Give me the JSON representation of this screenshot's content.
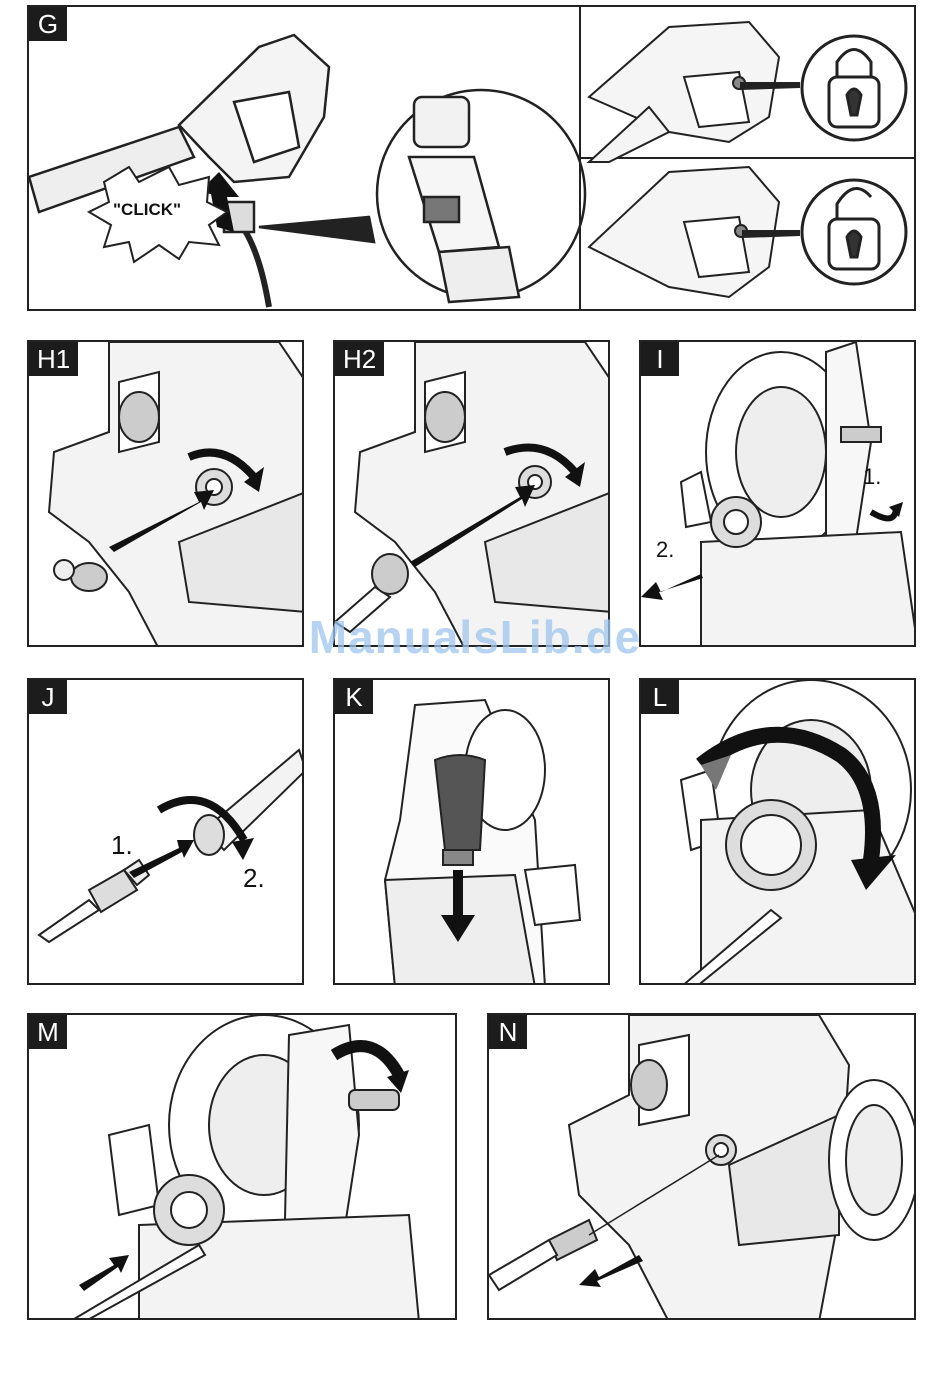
{
  "panels": {
    "g": {
      "label": "G",
      "click_text": "\"CLICK\""
    },
    "h1": {
      "label": "H1"
    },
    "h2": {
      "label": "H2"
    },
    "i": {
      "label": "I",
      "step1": "1.",
      "step2": "2."
    },
    "j": {
      "label": "J",
      "step1": "1.",
      "step2": "2."
    },
    "k": {
      "label": "K"
    },
    "l": {
      "label": "L"
    },
    "m": {
      "label": "M"
    },
    "n": {
      "label": "N"
    }
  },
  "icons": {
    "lock_closed": "padlock-closed-icon",
    "lock_open": "padlock-open-icon"
  },
  "watermark": "ManualsLib.de"
}
